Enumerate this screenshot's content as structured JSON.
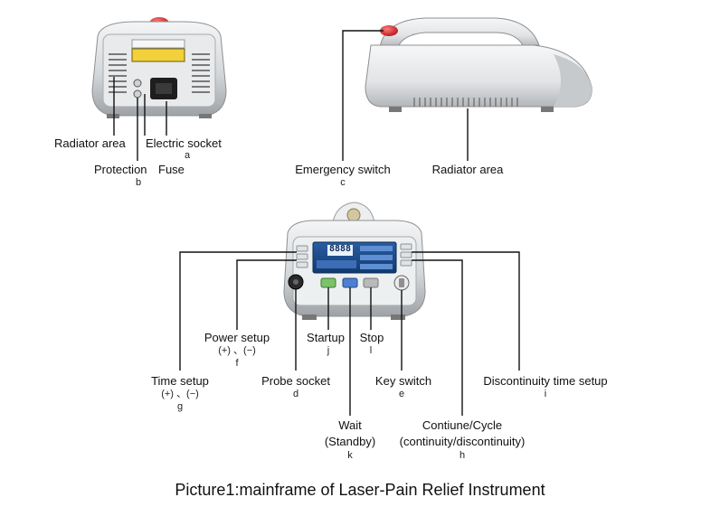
{
  "caption": "Picture1:mainframe of Laser-Pain Relief Instrument",
  "rear_view": {
    "radiator_area": "Radiator area",
    "electric_socket": "Electric socket",
    "electric_socket_letter": "a",
    "protection": "Protection",
    "fuse": "Fuse",
    "protection_letter": "b"
  },
  "side_view": {
    "emergency_switch": "Emergency switch",
    "emergency_switch_letter": "c",
    "radiator_area": "Radiator area"
  },
  "front_view": {
    "screen_digits": "8888",
    "power_setup": "Power setup",
    "power_setup_sub": "(+) 、(−)",
    "power_setup_letter": "f",
    "startup": "Startup",
    "startup_letter": "j",
    "stop": "Stop",
    "stop_letter": "l",
    "time_setup": "Time setup",
    "time_setup_sub": "(+) 、(−)",
    "time_setup_letter": "g",
    "probe_socket": "Probe socket",
    "probe_socket_letter": "d",
    "key_switch": "Key switch",
    "key_switch_letter": "e",
    "discontinuity_time_setup": "Discontinuity time setup",
    "discontinuity_letter": "i",
    "wait": "Wait",
    "wait_sub": "(Standby)",
    "wait_letter": "k",
    "continue_cycle": "Contiune/Cycle",
    "continue_cycle_sub": "(continuity/discontinuity)",
    "continue_cycle_letter": "h"
  },
  "colors": {
    "emergency_red": "#d8262c",
    "screen_blue": "#1d4f92",
    "startup_green": "#7cc26b",
    "wait_blue": "#4f7fd0",
    "stop_gray": "#b9b9b9",
    "device_silver": "#d9dcde"
  }
}
